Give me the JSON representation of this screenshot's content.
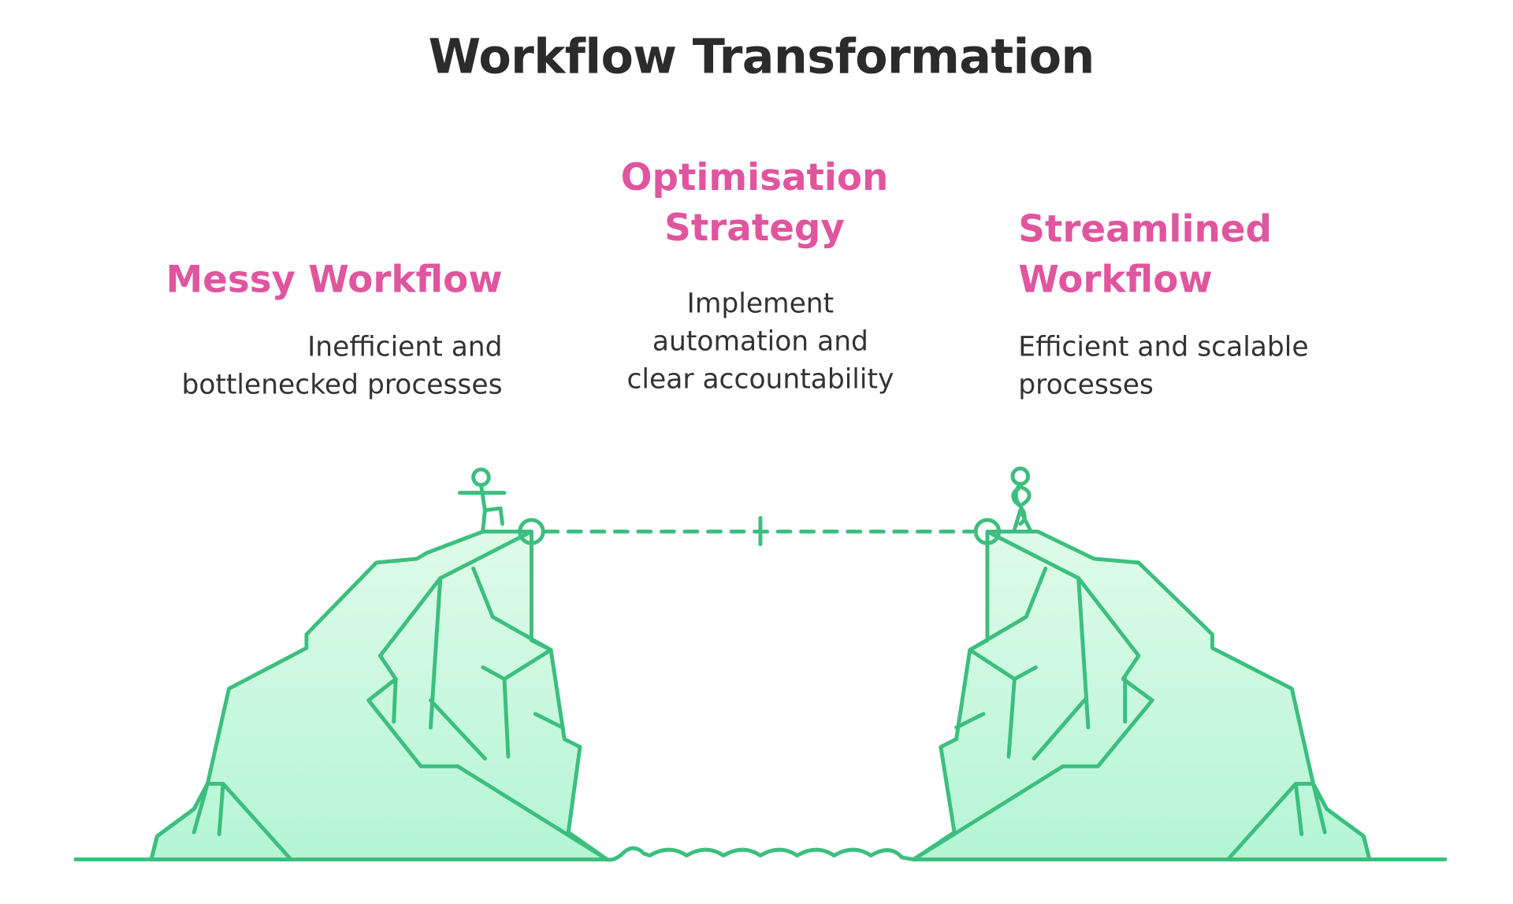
{
  "title": "Workflow Transformation",
  "stages": {
    "left": {
      "heading": "Messy Workflow",
      "description_lines": [
        "Inefficient and",
        "bottlenecked processes"
      ]
    },
    "middle": {
      "heading_lines": [
        "Optimisation",
        "Strategy"
      ],
      "description_lines": [
        "Implement",
        "automation and",
        "clear accountability"
      ]
    },
    "right": {
      "heading_lines": [
        "Streamlined",
        "Workflow"
      ],
      "description_lines": [
        "Efficient and scalable",
        "processes"
      ]
    }
  },
  "colors": {
    "title": "#2b2b2b",
    "heading": "#e0559e",
    "text": "#333333",
    "line": "#3cbf7e",
    "rock_fill_top": "#dffbea",
    "rock_fill_bottom": "#b4f5d4"
  },
  "icons": [
    "left-cliff-illustration",
    "right-cliff-illustration",
    "walking-person-icon",
    "standing-person-icon",
    "rope-bridge-line",
    "water-waves"
  ]
}
